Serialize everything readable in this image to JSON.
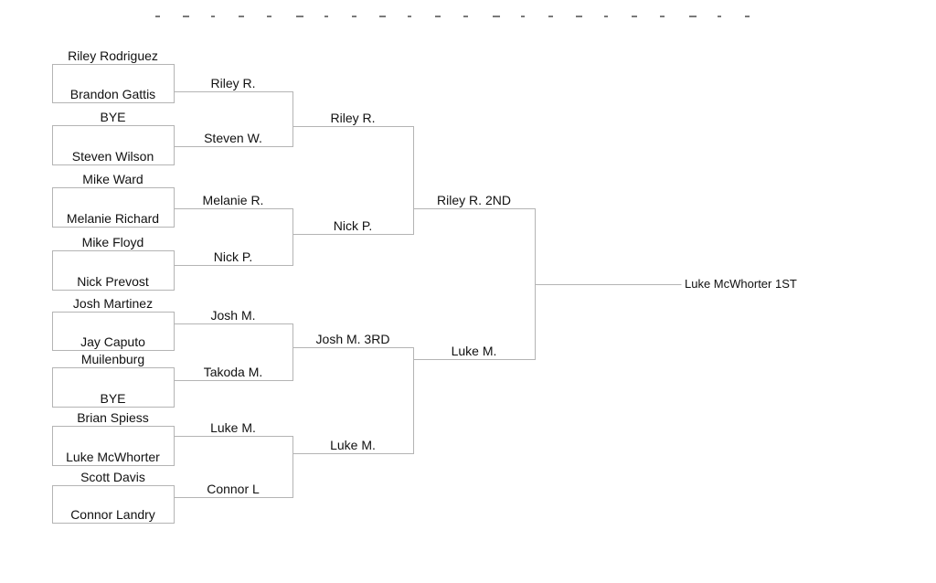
{
  "colors": {
    "line": "#b4b4b4",
    "text": "#111111",
    "artifact": "#7a7a7a",
    "background": "#ffffff"
  },
  "bracket": {
    "round1": [
      "Riley Rodriguez",
      "Brandon Gattis",
      "BYE",
      "Steven Wilson",
      "Mike Ward",
      "Melanie Richard",
      "Mike Floyd",
      "Nick Prevost",
      "Josh Martinez",
      "Jay Caputo",
      "Muilenburg",
      "BYE",
      "Brian Spiess",
      "Luke McWhorter",
      "Scott Davis",
      "Connor Landry"
    ],
    "round2": [
      "Riley R.",
      "Steven W.",
      "Melanie R.",
      "Nick P.",
      "Josh M.",
      "Takoda M.",
      "Luke M.",
      "Connor L"
    ],
    "round3": [
      "Riley R.",
      "Nick P.",
      "Josh M. 3RD",
      "Luke M."
    ],
    "round4": [
      "Riley R. 2ND",
      "Luke M."
    ],
    "champion": "Luke McWhorter 1ST"
  }
}
